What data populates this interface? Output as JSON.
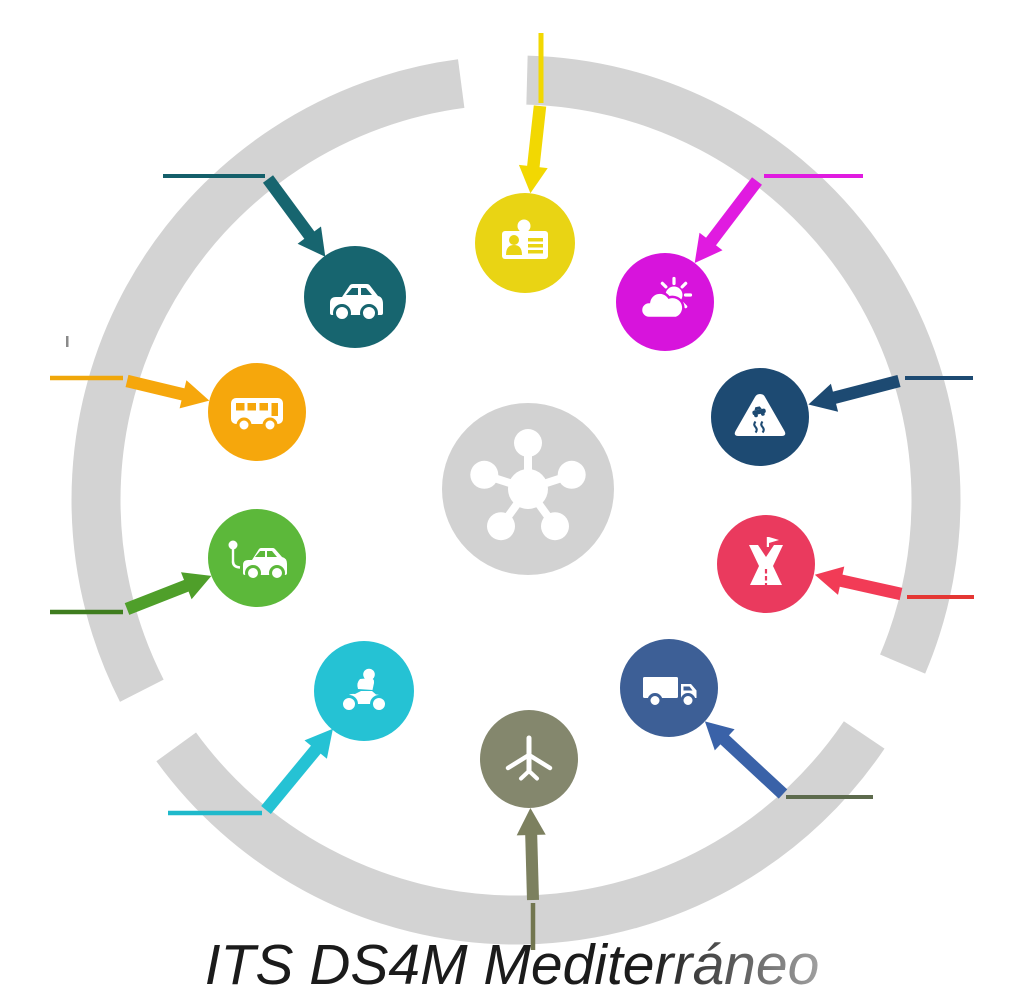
{
  "title": "ITS DS4M Mediterráneo",
  "palette": {
    "background": "#ffffff",
    "ring": "#d3d3d3",
    "hub": "#d2d2d2",
    "icon": "#ffffff",
    "title_color": "#1a1a1a",
    "title_fade": "#9a9a9a"
  },
  "hub": {
    "icon": "network-hub-icon"
  },
  "nodes": [
    {
      "id": "id-card",
      "icon": "id-card-icon",
      "color": "#e9d414",
      "arrow_color": "#f2d802",
      "tail_color": "#f2d802"
    },
    {
      "id": "weather",
      "icon": "sun-cloud-icon",
      "color": "#d714dc",
      "arrow_color": "#e01be0",
      "tail_color": "#e01be0"
    },
    {
      "id": "slippery-road",
      "icon": "slippery-road-icon",
      "color": "#1d4a72",
      "arrow_color": "#1d4a72",
      "tail_color": "#1d4a72"
    },
    {
      "id": "road-fork",
      "icon": "road-fork-icon",
      "color": "#ea3a5e",
      "arrow_color": "#f23b56",
      "tail_color": "#e43734"
    },
    {
      "id": "truck",
      "icon": "truck-icon",
      "color": "#3d5f96",
      "arrow_color": "#3a62a8",
      "tail_color": "#5d6b4d"
    },
    {
      "id": "airplane",
      "icon": "airplane-icon",
      "color": "#84876d",
      "arrow_color": "#7c805f",
      "tail_color": "#72764f"
    },
    {
      "id": "motorcycle",
      "icon": "motorcycle-icon",
      "color": "#25c2d4",
      "arrow_color": "#25c2d4",
      "tail_color": "#1fb9cb"
    },
    {
      "id": "electric-car",
      "icon": "electric-car-icon",
      "color": "#5cb83a",
      "arrow_color": "#4f9f2a",
      "tail_color": "#3f7d1f"
    },
    {
      "id": "bus",
      "icon": "bus-icon",
      "color": "#f6a70c",
      "arrow_color": "#f6a70c",
      "tail_color": "#f0a70a"
    },
    {
      "id": "car",
      "icon": "car-icon",
      "color": "#17656f",
      "arrow_color": "#17656f",
      "tail_color": "#145f6a"
    }
  ]
}
